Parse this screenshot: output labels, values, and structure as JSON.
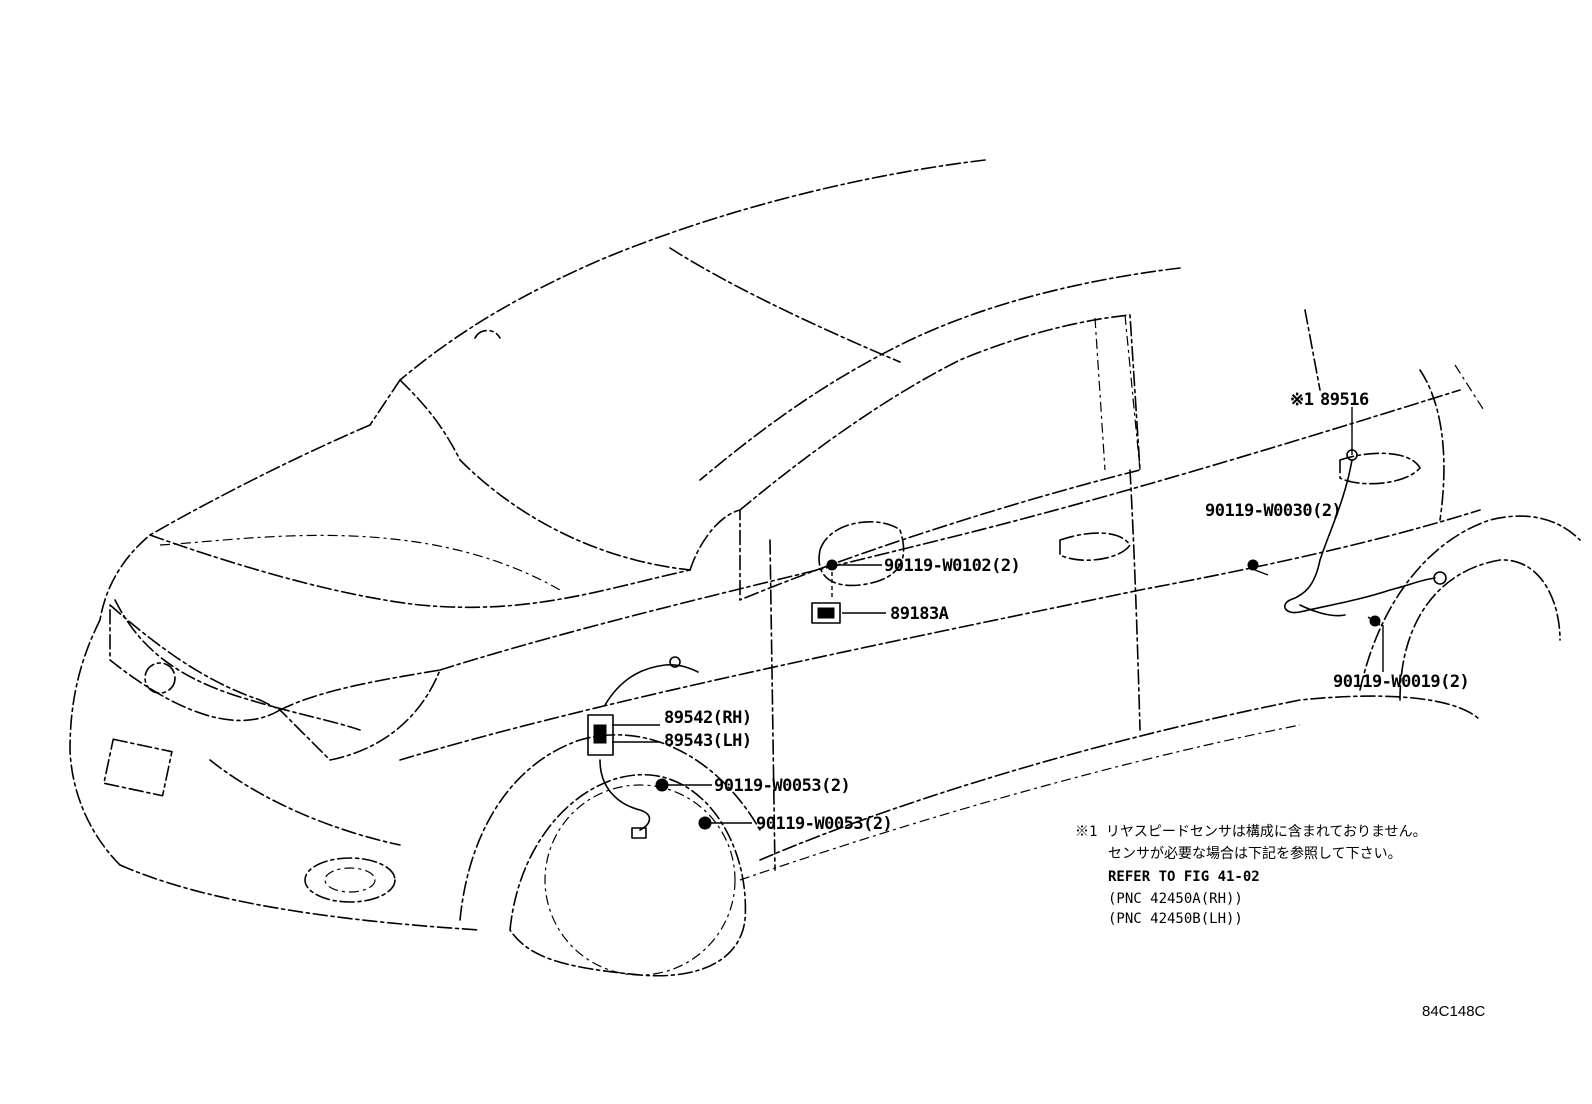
{
  "diagram_code": "84C148C",
  "callouts": {
    "sensor_89516": {
      "mark": "※1",
      "part_no": "89516"
    },
    "bolt_w0030": "90119-W0030(2)",
    "bolt_w0019": "90119-W0019(2)",
    "bolt_w0102": "90119-W0102(2)",
    "part_89183a": "89183A",
    "part_89542": "89542(RH)",
    "part_89543": "89543(LH)",
    "bolt_w0053_upper": "90119-W0053(2)",
    "bolt_w0053_lower": "90119-W0053(2)"
  },
  "footnote": {
    "line1": "※1 リヤスピードセンサは構成に含まれておりません。",
    "line2": "センサが必要な場合は下記を参照して下さい。",
    "line3": "REFER TO FIG 41-02",
    "line4": "(PNC 42450A(RH))",
    "line5": "(PNC 42450B(LH))"
  }
}
